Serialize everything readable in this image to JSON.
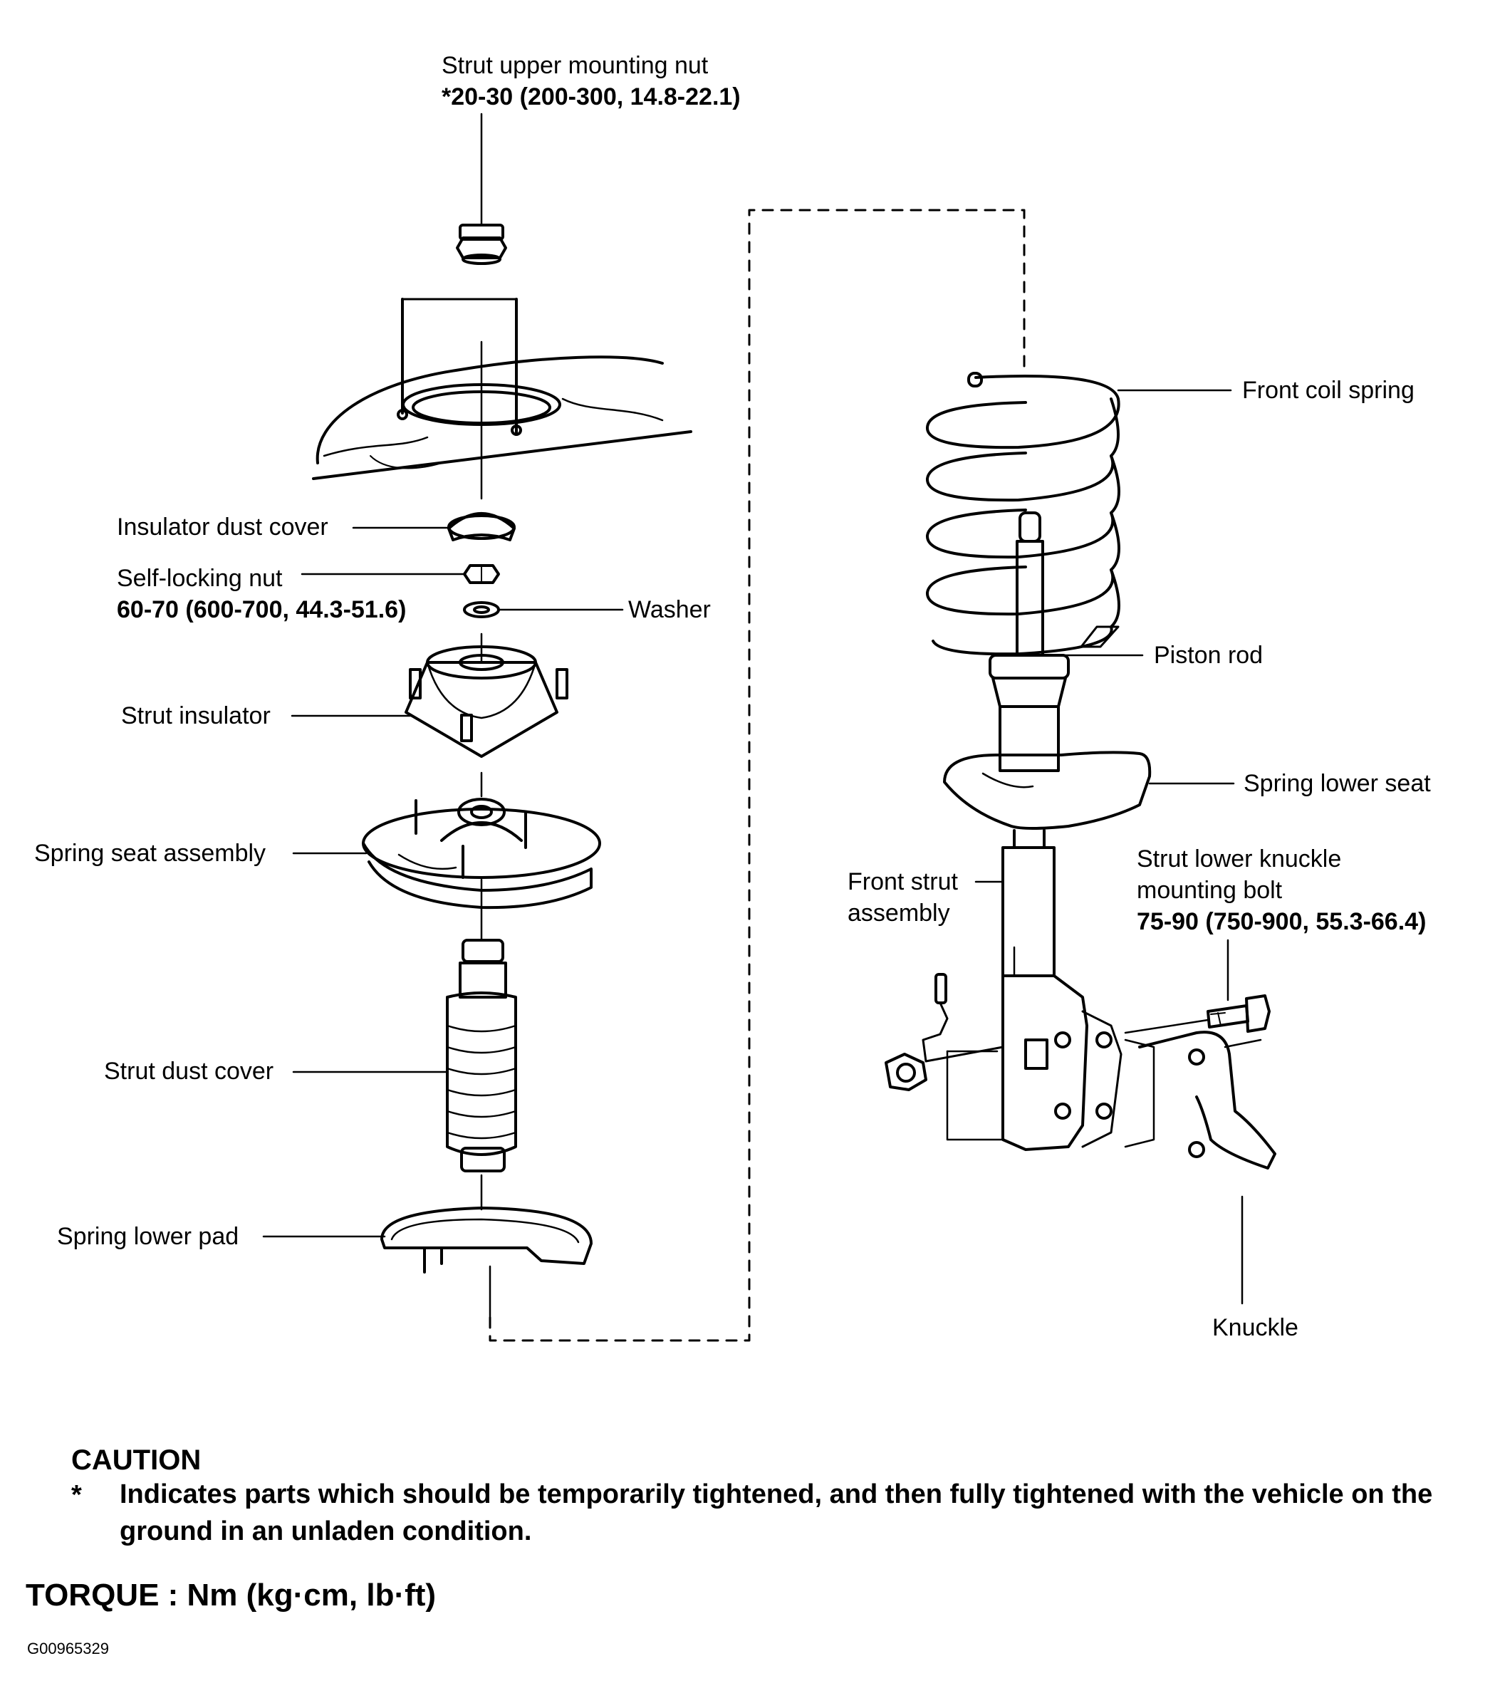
{
  "labels": {
    "strut_upper_mounting_nut": {
      "name": "Strut upper mounting nut",
      "torque": "*20-30 (200-300, 14.8-22.1)"
    },
    "insulator_dust_cover": {
      "name": "Insulator dust cover"
    },
    "self_locking_nut": {
      "name": "Self-locking nut",
      "torque": "60-70 (600-700, 44.3-51.6)"
    },
    "washer": {
      "name": "Washer"
    },
    "strut_insulator": {
      "name": "Strut insulator"
    },
    "spring_seat_assembly": {
      "name": "Spring seat assembly"
    },
    "strut_dust_cover": {
      "name": "Strut dust cover"
    },
    "spring_lower_pad": {
      "name": "Spring lower pad"
    },
    "front_coil_spring": {
      "name": "Front coil spring"
    },
    "piston_rod": {
      "name": "Piston rod"
    },
    "spring_lower_seat": {
      "name": "Spring lower seat"
    },
    "front_strut_assembly": {
      "line1": "Front strut",
      "line2": "assembly"
    },
    "strut_lower_knuckle_bolt": {
      "line1": "Strut lower knuckle",
      "line2": "mounting bolt",
      "torque": "75-90 (750-900, 55.3-66.4)"
    },
    "knuckle": {
      "name": "Knuckle"
    }
  },
  "caution": {
    "title": "CAUTION",
    "bullet": "*",
    "text": "Indicates parts which should be temporarily tightened, and then fully tightened with the vehicle on the ground in an unladen condition."
  },
  "torque_legend": "TORQUE : Nm (kg·cm, lb·ft)",
  "figure_id": "G00965329"
}
